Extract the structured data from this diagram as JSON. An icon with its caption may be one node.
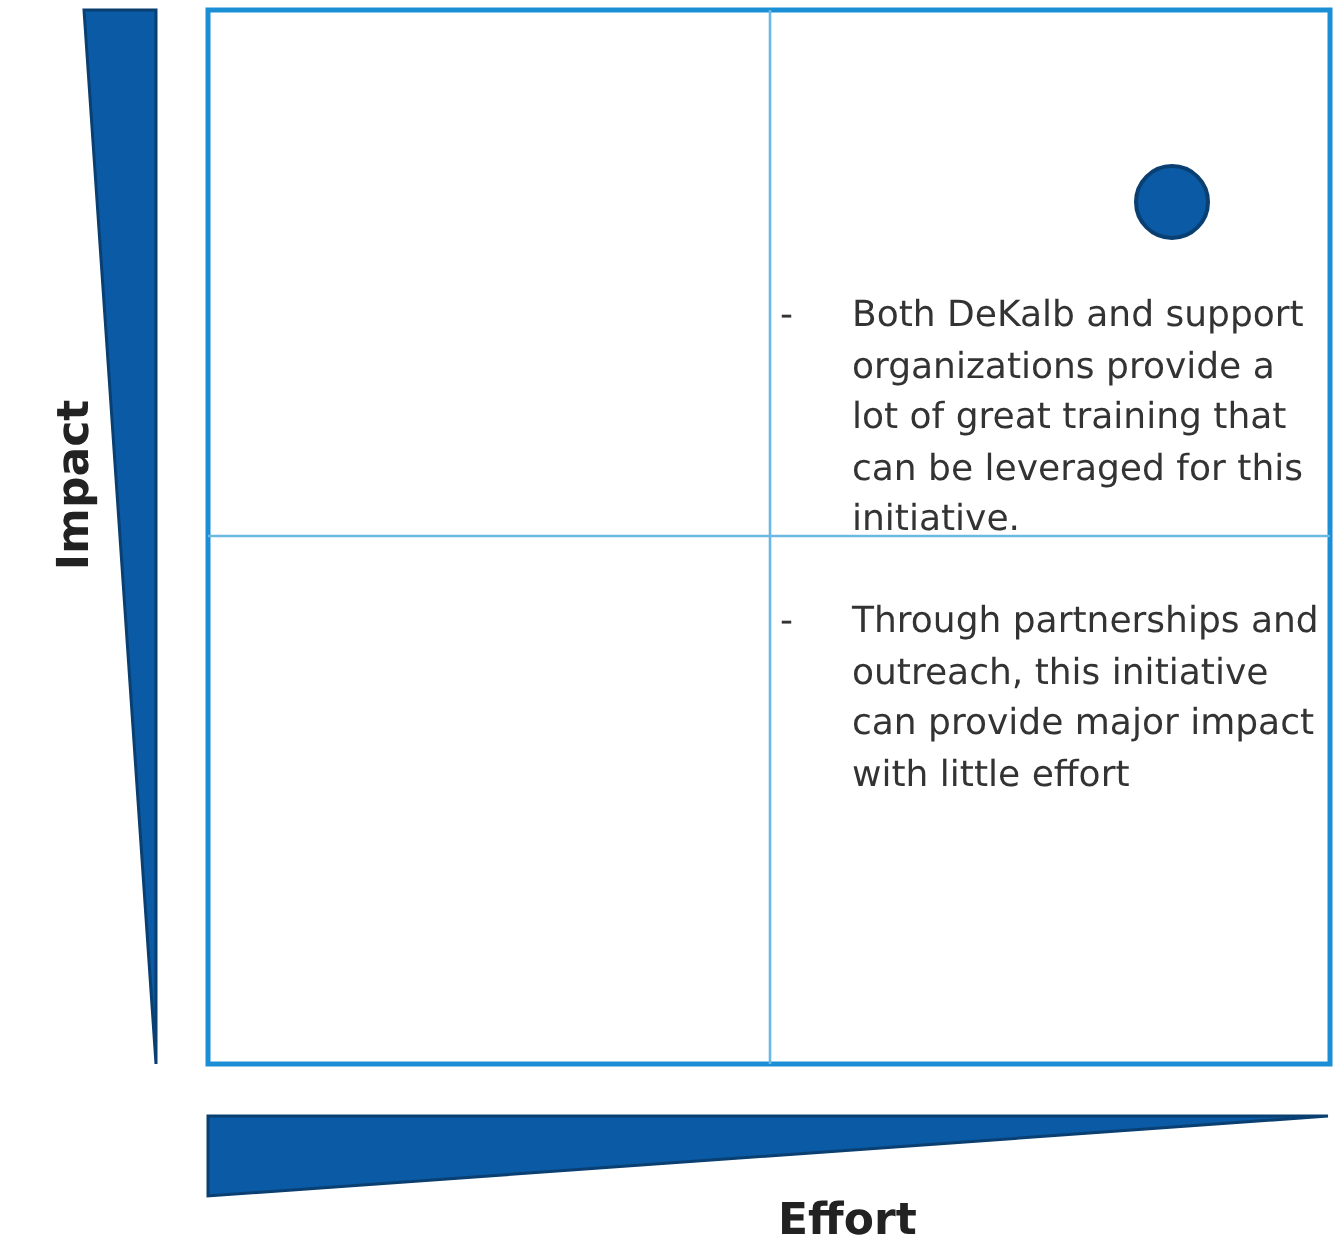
{
  "diagram": {
    "labels": [
      "Impact",
      "-",
      "Both DeKalb and support organizations provide a lot of great training that can be leveraged for this initiative.",
      "-",
      "Through partnerships and outreach, this initiative can provide major impact with little effort",
      "Effort"
    ]
  }
}
